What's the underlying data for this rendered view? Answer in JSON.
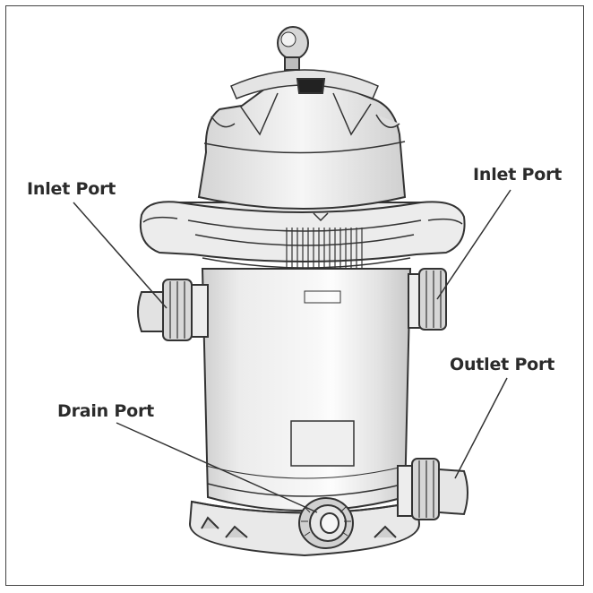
{
  "callouts": {
    "inlet_left": "Inlet Port",
    "inlet_right": "Inlet Port",
    "outlet": "Outlet Port",
    "drain": "Drain Port"
  },
  "colors": {
    "line": "#333333",
    "body_light": "#f7f7f7",
    "body_mid": "#e6e6e6",
    "body_dark": "#c9c9c9",
    "frame": "#444444"
  }
}
